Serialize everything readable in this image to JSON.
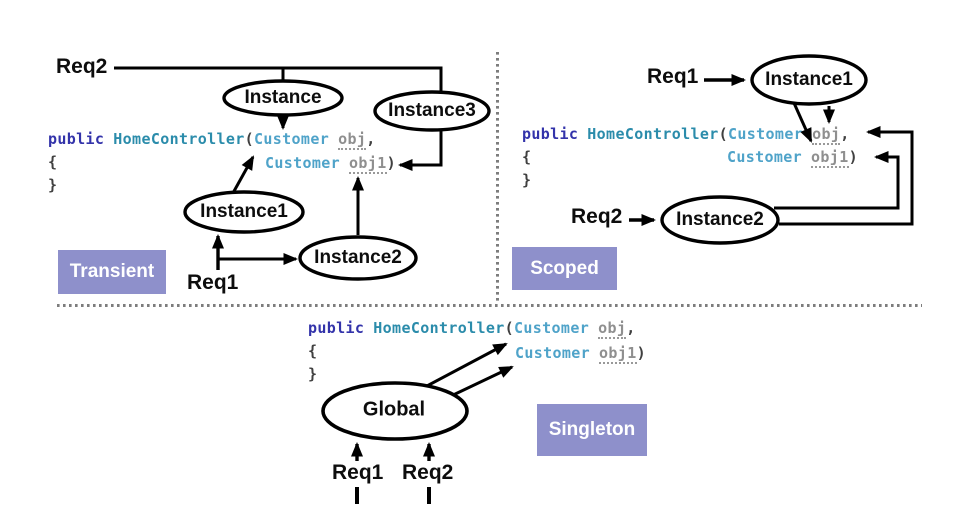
{
  "code_snippet": {
    "keyword": "public",
    "controller": "HomeController",
    "open_paren": "(",
    "type1": "Customer",
    "param1": "obj",
    "comma": ",",
    "type2": "Customer",
    "param2": "obj1",
    "close_paren": ")",
    "open_brace": "{",
    "close_brace": "}"
  },
  "sections": {
    "transient": {
      "label": "Transient",
      "requests": {
        "req1": "Req1",
        "req2": "Req2"
      },
      "instances": {
        "instance": "Instance",
        "instance1": "Instance1",
        "instance2": "Instance2",
        "instance3": "Instance3"
      }
    },
    "scoped": {
      "label": "Scoped",
      "requests": {
        "req1": "Req1",
        "req2": "Req2"
      },
      "instances": {
        "instance1": "Instance1",
        "instance2": "Instance2"
      }
    },
    "singleton": {
      "label": "Singleton",
      "requests": {
        "req1": "Req1",
        "req2": "Req2"
      },
      "instances": {
        "global": "Global"
      }
    }
  },
  "colors": {
    "keyword": "#3333aa",
    "controller": "#2b8cab",
    "type": "#4fa3c9",
    "parameter": "#8f8f8f",
    "parameter_underline": "#999999",
    "punctuation": "#404040",
    "badge_background": "#8e90cb",
    "badge_text": "#ffffff",
    "diagram_stroke": "#000000",
    "separator": "#7d7d7d"
  }
}
